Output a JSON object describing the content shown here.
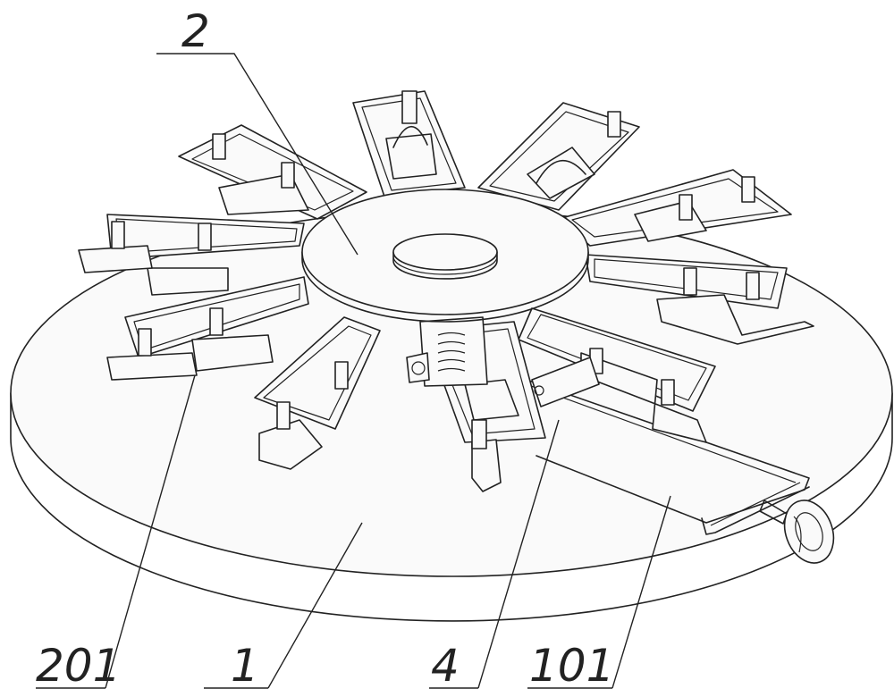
{
  "callouts": [
    {
      "id": "hub",
      "label": "2"
    },
    {
      "id": "bracket",
      "label": "201"
    },
    {
      "id": "base",
      "label": "1"
    },
    {
      "id": "drive",
      "label": "4"
    },
    {
      "id": "track",
      "label": "101"
    }
  ]
}
